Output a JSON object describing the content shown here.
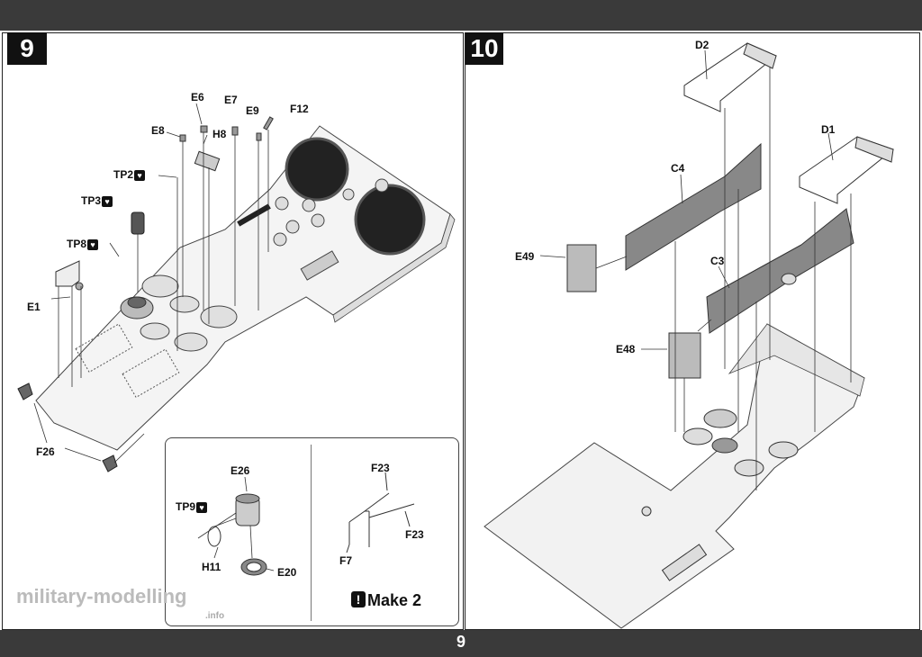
{
  "page_number": "9",
  "step9": {
    "number": "9",
    "labels": {
      "E6": "E6",
      "E7": "E7",
      "E9": "E9",
      "F12": "F12",
      "E8": "E8",
      "H8": "H8",
      "TP2": "TP2",
      "TP3": "TP3",
      "TP8": "TP8",
      "E1": "E1",
      "F26": "F26"
    },
    "inset_left": {
      "E26": "E26",
      "TP9": "TP9",
      "H11": "H11",
      "E20": "E20"
    },
    "inset_right": {
      "F23a": "F23",
      "F23b": "F23",
      "F7": "F7",
      "make_note": "Make 2"
    }
  },
  "step10": {
    "number": "10",
    "labels": {
      "D2": "D2",
      "D1": "D1",
      "C4": "C4",
      "E49": "E49",
      "C3": "C3",
      "E48": "E48"
    }
  },
  "watermark": {
    "main": "military-modelling",
    "sub": ".info"
  },
  "icons": {
    "thermal_part": "heart-icon",
    "warning": "exclamation-icon"
  }
}
